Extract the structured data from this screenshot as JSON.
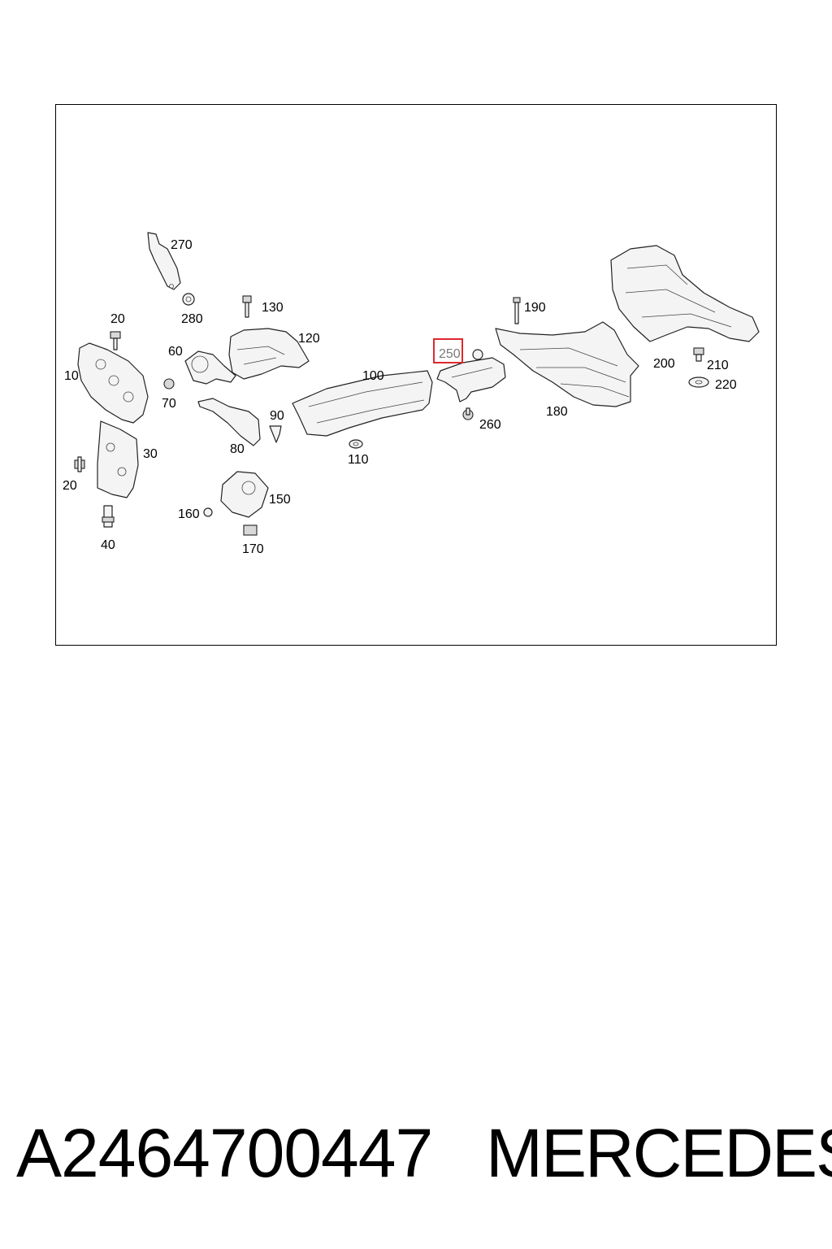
{
  "diagram": {
    "callouts": {
      "c10": "10",
      "c20a": "20",
      "c20b": "20",
      "c30": "30",
      "c40": "40",
      "c60": "60",
      "c70": "70",
      "c80": "80",
      "c90": "90",
      "c100": "100",
      "c110": "110",
      "c120": "120",
      "c130": "130",
      "c150": "150",
      "c160": "160",
      "c170": "170",
      "c180": "180",
      "c190": "190",
      "c200": "200",
      "c210": "210",
      "c220": "220",
      "c250": "250",
      "c260": "260",
      "c270": "270",
      "c280": "280"
    },
    "highlighted_callout": "250",
    "highlight_color": "#e0282d"
  },
  "footer": {
    "part_number": "A2464700447",
    "brand": "MERCEDES"
  }
}
